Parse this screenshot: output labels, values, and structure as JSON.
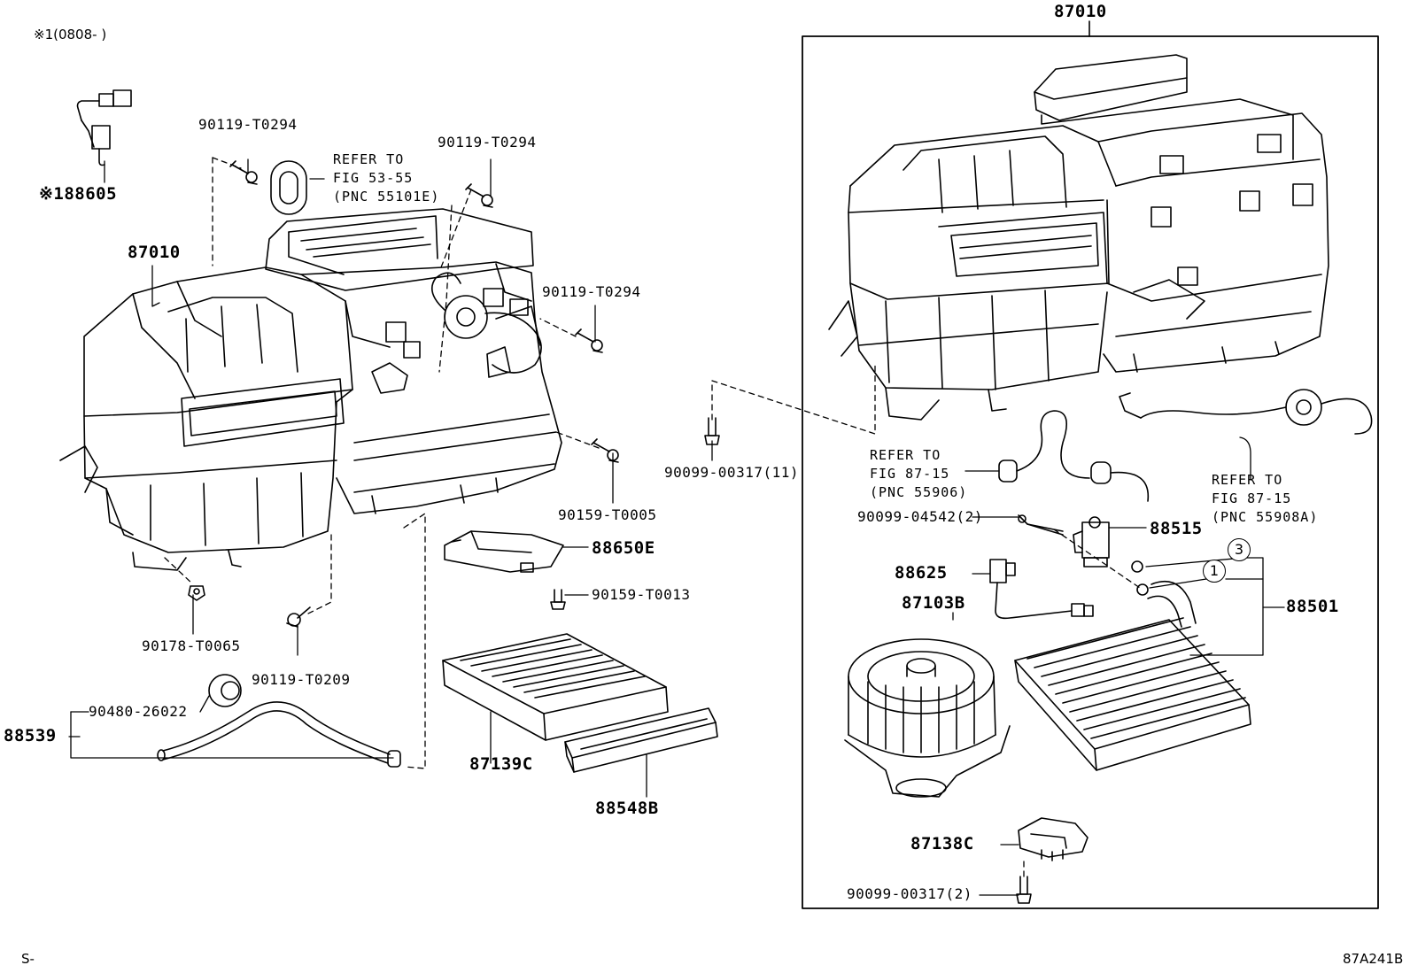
{
  "header_note": "※1(0808-   )",
  "footer_left": "S-",
  "footer_right": "87A241B",
  "colors": {
    "ink": "#000000",
    "background": "#ffffff"
  },
  "callout_circles": [
    "3",
    "1"
  ],
  "labels": {
    "assembly_right": "87010",
    "assembly_left": "87010",
    "p88605": "※188605",
    "bolt_top_left": "90119-T0294",
    "bolt_top_mid": "90119-T0294",
    "bolt_right_mid": "90119-T0294",
    "refer_55101": [
      "REFER TO",
      "FIG 53-55",
      "(PNC 55101E)"
    ],
    "p90159_t0005": "90159-T0005",
    "p90099_00317_11": "90099-00317(11)",
    "p88650e": "88650E",
    "p90159_t0013": "90159-T0013",
    "p90178": "90178-T0065",
    "p90119_t0209": "90119-T0209",
    "p88539": "88539",
    "p90480": "90480-26022",
    "p87139c": "87139C",
    "p88548b": "88548B",
    "refer_55906": [
      "REFER TO",
      "FIG 87-15",
      "(PNC 55906)"
    ],
    "refer_55908a": [
      "REFER TO",
      "FIG 87-15",
      "(PNC 55908A)"
    ],
    "p90099_04542": "90099-04542(2)",
    "p88515": "88515",
    "p88625": "88625",
    "p87103b": "87103B",
    "p88501": "88501",
    "p87138c": "87138C",
    "p90099_00317_2": "90099-00317(2)"
  }
}
